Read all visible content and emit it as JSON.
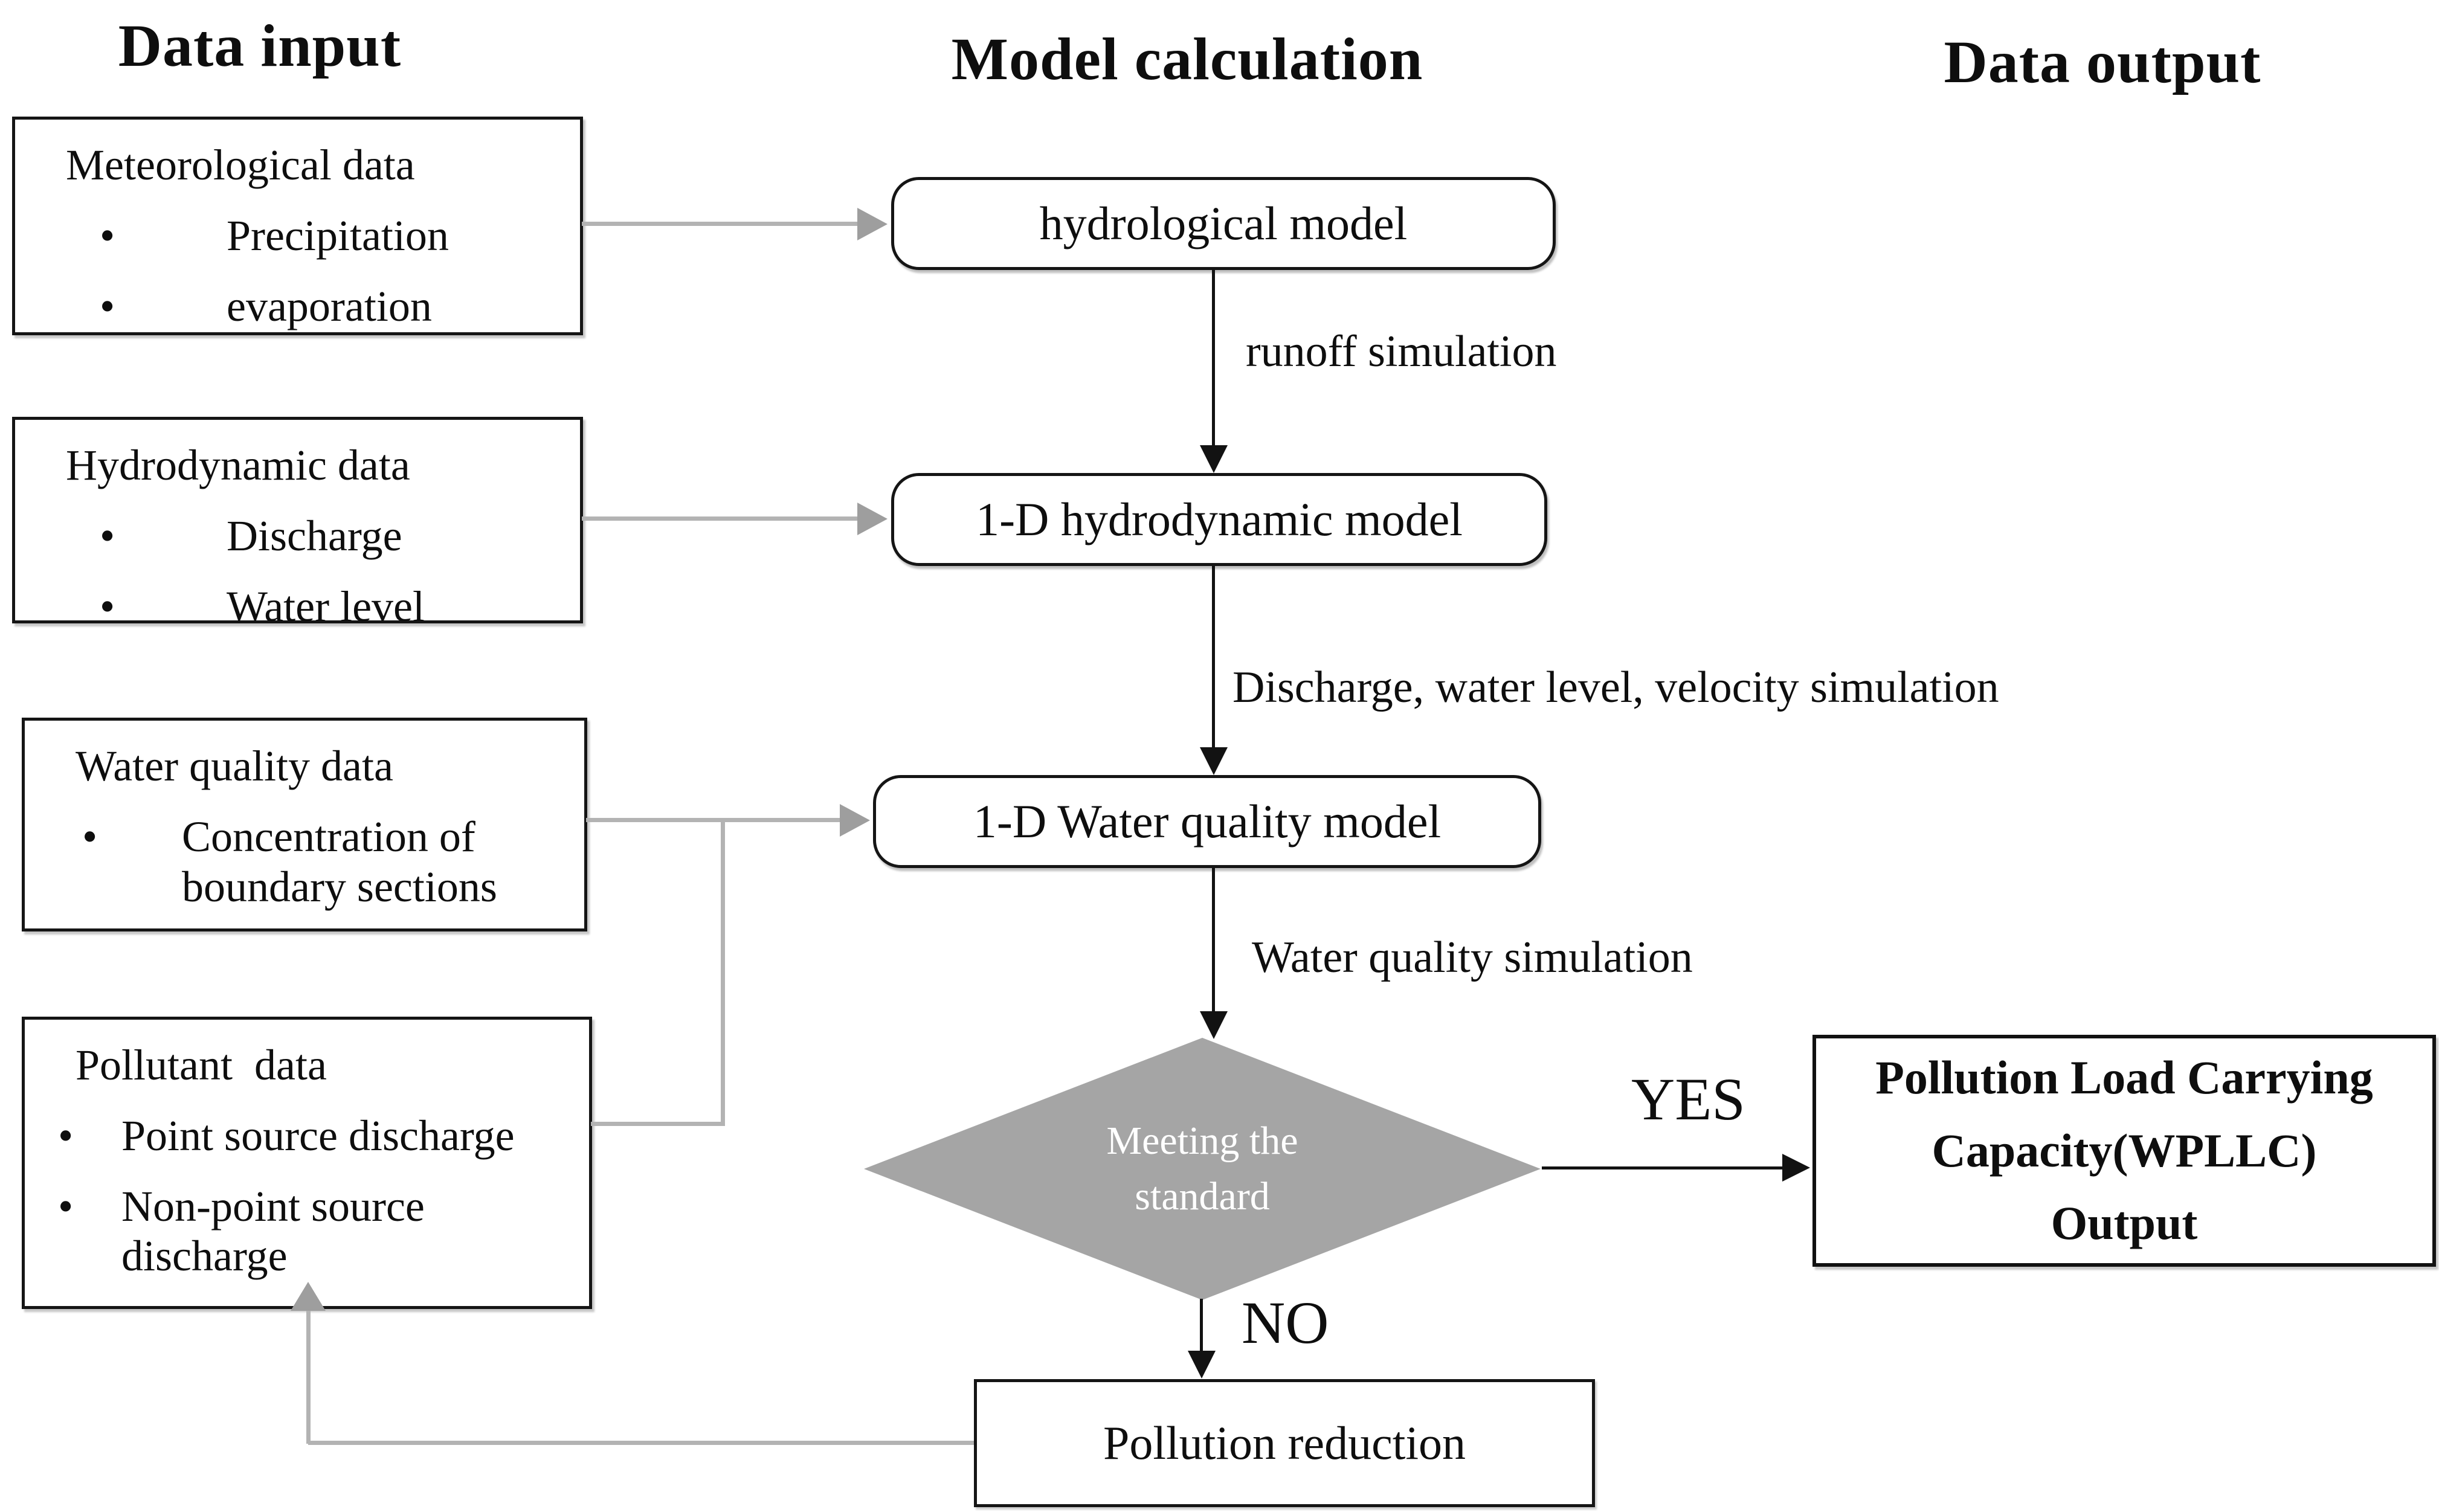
{
  "headers": {
    "input": "Data input",
    "calculation": "Model calculation",
    "output": "Data output"
  },
  "input_boxes": [
    {
      "title": "Meteorological data",
      "bullet_glyph": "•",
      "bullets": [
        "Precipitation",
        "evaporation"
      ]
    },
    {
      "title": "Hydrodynamic data",
      "bullet_glyph": "•",
      "bullets": [
        "Discharge",
        "Water level"
      ]
    },
    {
      "title": "Water quality data",
      "bullet_glyph": "•",
      "bullets": [
        "Concentration of boundary sections"
      ]
    },
    {
      "title": "Pollutant  data",
      "bullet_glyph": "•",
      "bullets": [
        "Point source discharge",
        "Non-point source discharge"
      ]
    }
  ],
  "process_boxes": {
    "hydrological": "hydrological model",
    "hydrodynamic": "1-D hydrodynamic model",
    "water_quality": "1-D Water quality model"
  },
  "flow_labels": {
    "runoff": "runoff simulation",
    "discharge": "Discharge, water level, velocity simulation",
    "water_quality": "Water quality simulation"
  },
  "decision": {
    "line1": "Meeting the",
    "line2": "standard",
    "yes": "YES",
    "no": "NO"
  },
  "output_box": {
    "line1": "Pollution Load Carrying",
    "line2": "Capacity(WPLLC)",
    "line3": "Output"
  },
  "reduction_box": {
    "label": "Pollution reduction"
  },
  "colors": {
    "diamond_fill": "#a5a5a5",
    "diamond_text": "#ffffff",
    "gray_connector": "#b3b3b3",
    "gray_arrowhead": "#9e9e9e",
    "black_line": "#121212",
    "box_border": "#151515",
    "background": "#ffffff"
  }
}
